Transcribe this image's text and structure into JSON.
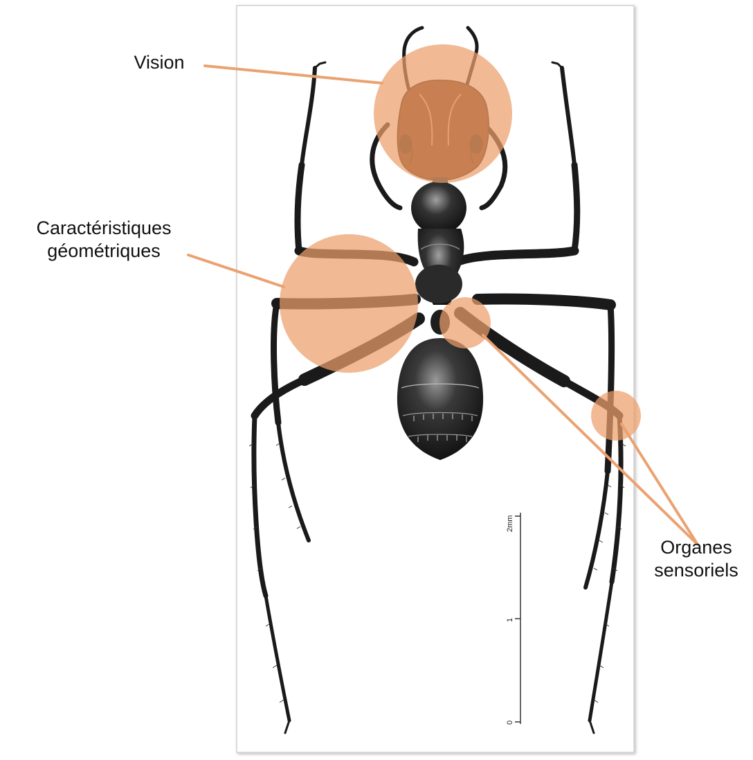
{
  "figure": {
    "callouts": {
      "vision": "Vision",
      "geometry_line1": "Caractéristiques",
      "geometry_line2": "géométriques",
      "organs_line1": "Organes",
      "organs_line2": "sensoriels"
    },
    "scale_bar": {
      "unit": "mm",
      "ticks": [
        "0",
        "1",
        "2"
      ]
    },
    "colors": {
      "highlight": "#ec9f6c",
      "leader_line": "#eba271",
      "ink": "#1a1a1a",
      "frame": "#cfcfcf"
    }
  }
}
